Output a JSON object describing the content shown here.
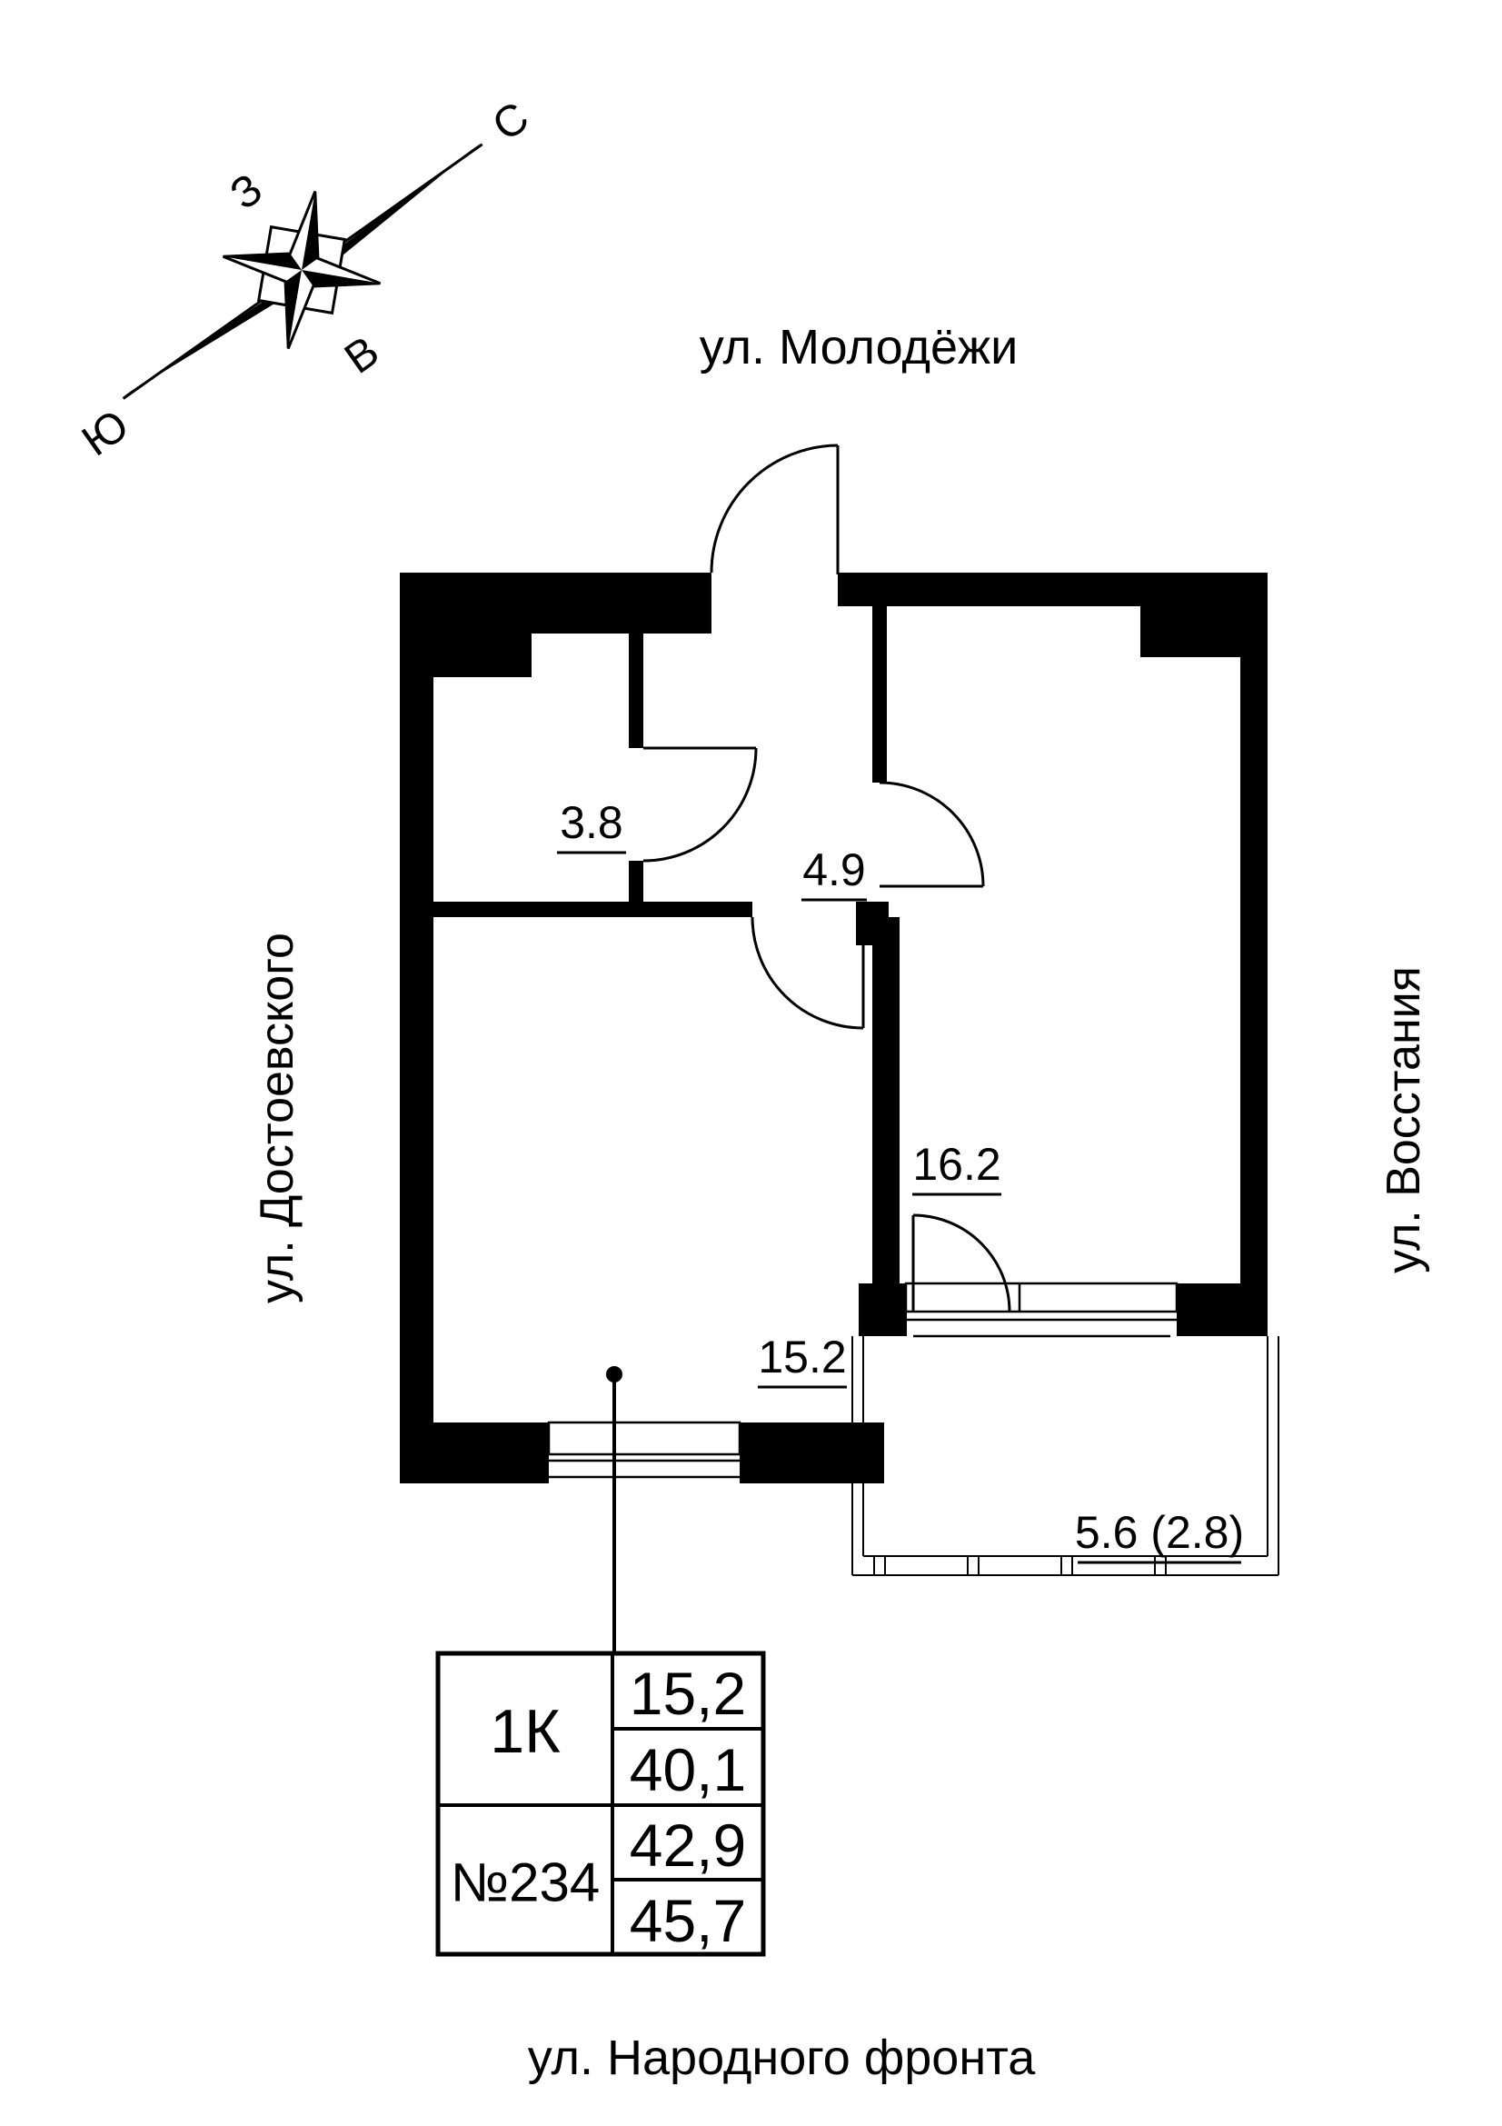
{
  "compass": {
    "north_label": "С",
    "west_label": "З",
    "east_label": "В",
    "south_label": "Ю"
  },
  "streets": {
    "top": "ул. Молодёжи",
    "left": "ул. Достоевского",
    "right": "ул. Восстания",
    "bottom": "ул. Народного фронта"
  },
  "plan": {
    "room_labels": {
      "bathroom": "3.8",
      "hallway": "4.9",
      "living_room": "16.2",
      "main_room": "15.2",
      "balcony": "5.6 (2.8)"
    }
  },
  "info_table": {
    "apartment_type": "1К",
    "apartment_number": "№234",
    "values": [
      "15,2",
      "40,1",
      "42,9",
      "45,7"
    ]
  },
  "colors": {
    "ink": "#000000",
    "paper": "#ffffff"
  }
}
